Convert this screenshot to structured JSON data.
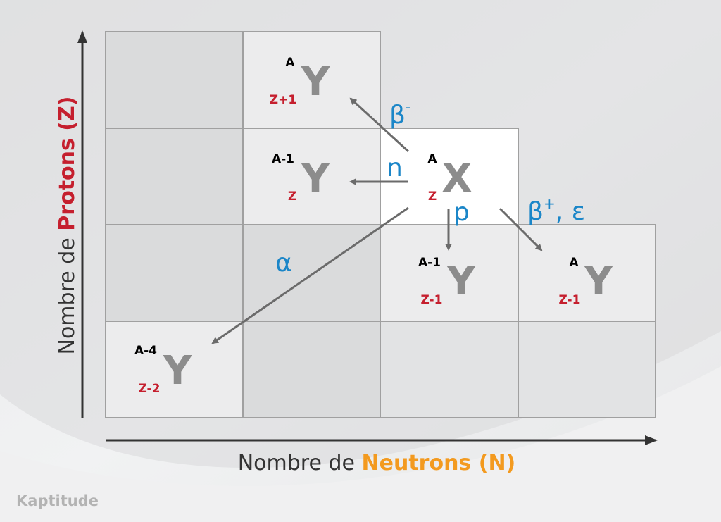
{
  "axes": {
    "y_label_prefix": "Nombre de ",
    "y_label_highlight": "Protons (Z)",
    "x_label_prefix": "Nombre de ",
    "x_label_highlight": "Neutrons (N)"
  },
  "nuclides": {
    "parent": {
      "mass": "A",
      "atomic": "Z",
      "symbol": "X"
    },
    "beta_minus": {
      "mass": "A",
      "atomic": "Z+1",
      "symbol": "Y"
    },
    "neutron": {
      "mass": "A-1",
      "atomic": "Z",
      "symbol": "Y"
    },
    "proton": {
      "mass": "A-1",
      "atomic": "Z-1",
      "symbol": "Y"
    },
    "beta_plus": {
      "mass": "A",
      "atomic": "Z-1",
      "symbol": "Y"
    },
    "alpha": {
      "mass": "A-4",
      "atomic": "Z-2",
      "symbol": "Y"
    }
  },
  "decays": {
    "beta_minus": "β",
    "beta_minus_sup": "-",
    "neutron": "n",
    "proton": "p",
    "beta_plus": "β",
    "beta_plus_sup": "+",
    "beta_plus_suffix": ", ε",
    "alpha": "α"
  },
  "watermark": "Kaptitude",
  "colors": {
    "decay": "#1b86c8",
    "protons": "#c51f2e",
    "neutrons": "#f39a1f"
  }
}
